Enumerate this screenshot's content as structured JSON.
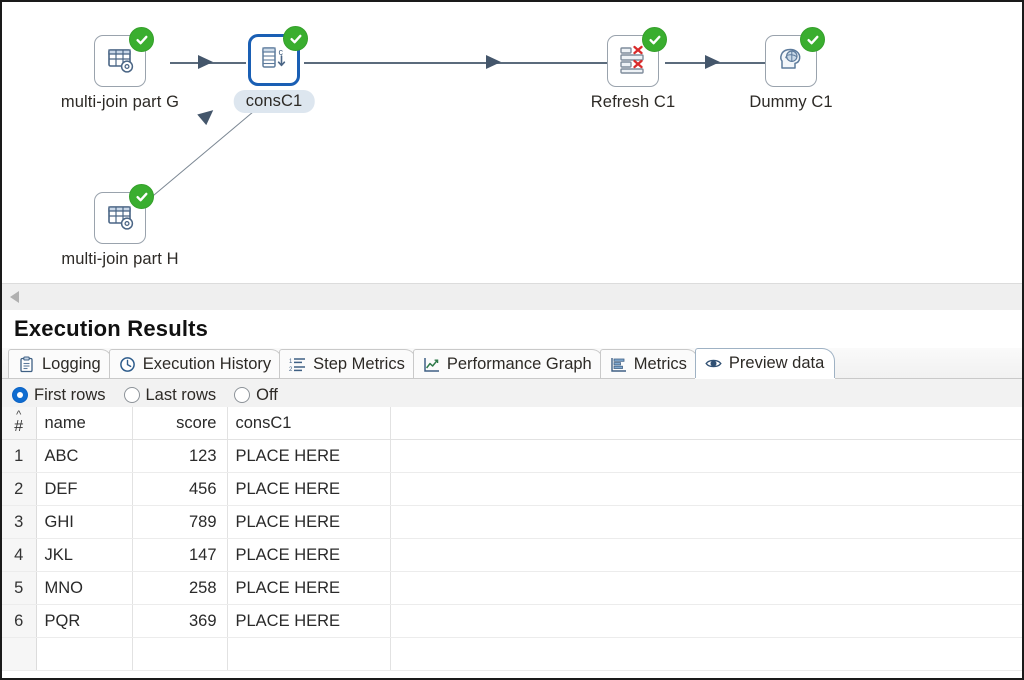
{
  "canvas": {
    "nodes": [
      {
        "id": "multi-join-part-g",
        "label": "multi-join part G",
        "icon": "table-gear-icon",
        "status": "ok",
        "selected": false
      },
      {
        "id": "consc1",
        "label": "consC1",
        "icon": "constant-column-icon",
        "status": "ok",
        "selected": true
      },
      {
        "id": "refresh-c1",
        "label": "Refresh C1",
        "icon": "rows-delete-icon",
        "status": "ok",
        "selected": false
      },
      {
        "id": "dummy-c1",
        "label": "Dummy C1",
        "icon": "dummy-head-icon",
        "status": "ok",
        "selected": false
      },
      {
        "id": "multi-join-part-h",
        "label": "multi-join part H",
        "icon": "table-gear-icon",
        "status": "ok",
        "selected": false
      }
    ],
    "status_icon": "check-circle-icon",
    "scrollbar": {
      "left_arrow": "scroll-left-arrow-icon"
    },
    "colors": {
      "selected_border": "#1a5fb4",
      "status_ok": "#3aae2f",
      "edge": "#5b6b7c",
      "label_highlight": "#dde6ef"
    }
  },
  "results": {
    "title": "Execution Results",
    "tabs": [
      {
        "label": "Logging",
        "icon": "clipboard-icon",
        "active": false
      },
      {
        "label": "Execution History",
        "icon": "clock-icon",
        "active": false
      },
      {
        "label": "Step Metrics",
        "icon": "numbered-list-icon",
        "active": false
      },
      {
        "label": "Performance Graph",
        "icon": "line-chart-icon",
        "active": false
      },
      {
        "label": "Metrics",
        "icon": "gantt-icon",
        "active": false
      },
      {
        "label": "Preview data",
        "icon": "eye-icon",
        "active": true
      }
    ],
    "row_mode": {
      "options": [
        {
          "label": "First rows",
          "selected": true
        },
        {
          "label": "Last rows",
          "selected": false
        },
        {
          "label": "Off",
          "selected": false
        }
      ],
      "accent": "#0f6cd0"
    },
    "grid": {
      "row_header": {
        "caret": "^",
        "symbol": "#"
      },
      "columns": [
        "name",
        "score",
        "consC1"
      ],
      "rows": [
        {
          "n": "1",
          "name": "ABC",
          "score": "123",
          "consC1": "PLACE HERE"
        },
        {
          "n": "2",
          "name": "DEF",
          "score": "456",
          "consC1": "PLACE HERE"
        },
        {
          "n": "3",
          "name": "GHI",
          "score": "789",
          "consC1": "PLACE HERE"
        },
        {
          "n": "4",
          "name": "JKL",
          "score": "147",
          "consC1": "PLACE HERE"
        },
        {
          "n": "5",
          "name": "MNO",
          "score": "258",
          "consC1": "PLACE HERE"
        },
        {
          "n": "6",
          "name": "PQR",
          "score": "369",
          "consC1": "PLACE HERE"
        }
      ]
    }
  }
}
